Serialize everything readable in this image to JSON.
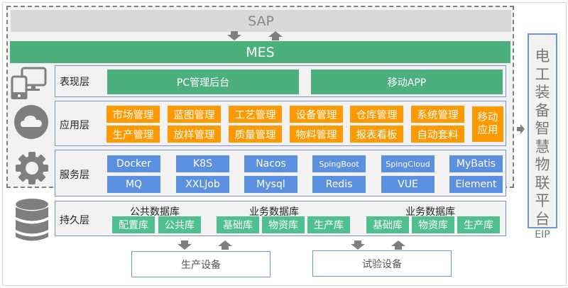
{
  "diagram": {
    "sap_label": "SAP",
    "mes_label": "MES",
    "layers": [
      {
        "name": "表现层",
        "icon": "devices-icon",
        "items": [
          "PC管理后台",
          "移动APP"
        ]
      },
      {
        "name": "应用层",
        "icon": "cloud-icon",
        "items_row1": [
          "市场管理",
          "蓝图管理",
          "工艺管理",
          "设备管理",
          "仓库管理",
          "系统管理"
        ],
        "items_row2": [
          "生产管理",
          "放样管理",
          "质量管理",
          "物料管理",
          "报表看板",
          "自动套料"
        ],
        "mobile_line1": "移动",
        "mobile_line2": "应用"
      },
      {
        "name": "服务层",
        "icon": "gear-icon",
        "items_row1": [
          "Docker",
          "K8S",
          "Nacos",
          "SpingBoot",
          "SpingCloud",
          "MyBatis"
        ],
        "items_row2": [
          "MQ",
          "XXLJob",
          "Mysql",
          "Redis",
          "VUE",
          "Element"
        ]
      },
      {
        "name": "持久层",
        "icon": "database-icon",
        "groups": [
          {
            "title": "公共数据库",
            "items": [
              "配置库",
              "公共库"
            ]
          },
          {
            "title": "业务数据库",
            "items": [
              "基础库",
              "物资库",
              "生产库"
            ]
          },
          {
            "title": "业务数据库",
            "items": [
              "基础库",
              "物资库",
              "生产库"
            ]
          }
        ]
      }
    ],
    "devices": [
      "生产设备",
      "试验设备"
    ],
    "platform": {
      "chars": [
        "电",
        "工",
        "装",
        "备",
        "智",
        "慧",
        "物",
        "联",
        "平",
        "台"
      ],
      "suffix": "EIP"
    },
    "colors": {
      "green": "#4bb07e",
      "orange": "#ff9900",
      "blue": "#5b8fe0",
      "db_green": "#4fc08d",
      "gray": "#d9d9d9",
      "border_blue": "#6f95dd"
    }
  }
}
